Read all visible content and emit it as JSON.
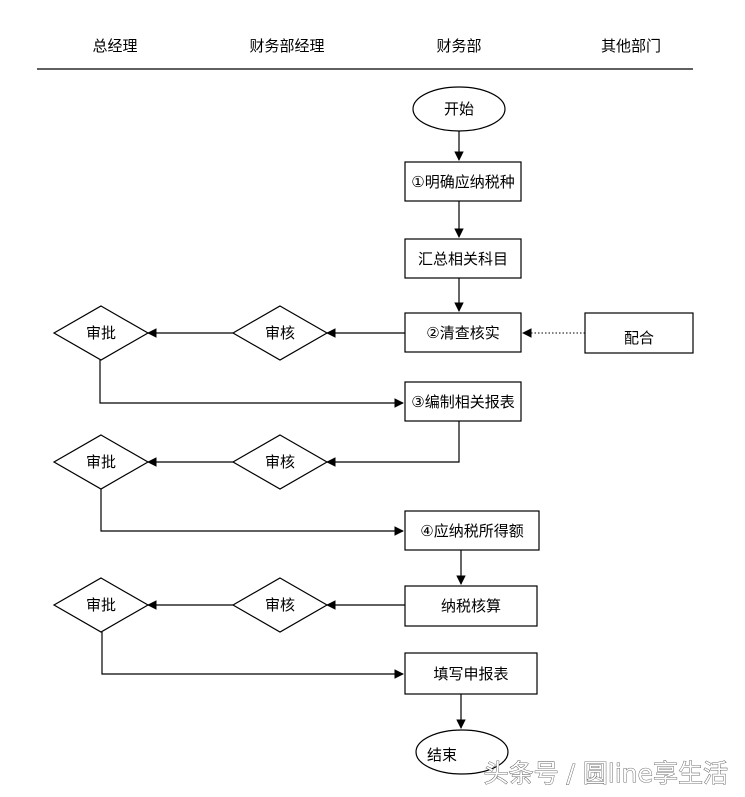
{
  "lanes": {
    "gm": "总经理",
    "finance_manager": "财务部经理",
    "finance": "财务部",
    "other": "其他部门"
  },
  "nodes": {
    "start": "开始",
    "identify_tax": "①明确应纳税种",
    "summarize_accounts": "汇总相关科目",
    "verify": "②清查核实",
    "cooperate": "配合",
    "review_1": "审核",
    "approve_1": "审批",
    "prepare_reports": "③编制相关报表",
    "review_2": "审核",
    "approve_2": "审批",
    "taxable_income": "④应纳税所得额",
    "tax_calc": "纳税核算",
    "review_3": "审核",
    "approve_3": "审批",
    "fill_declaration": "填写申报表",
    "end": "结束"
  },
  "watermark": {
    "text": "头条号 / 圆line享生活"
  }
}
